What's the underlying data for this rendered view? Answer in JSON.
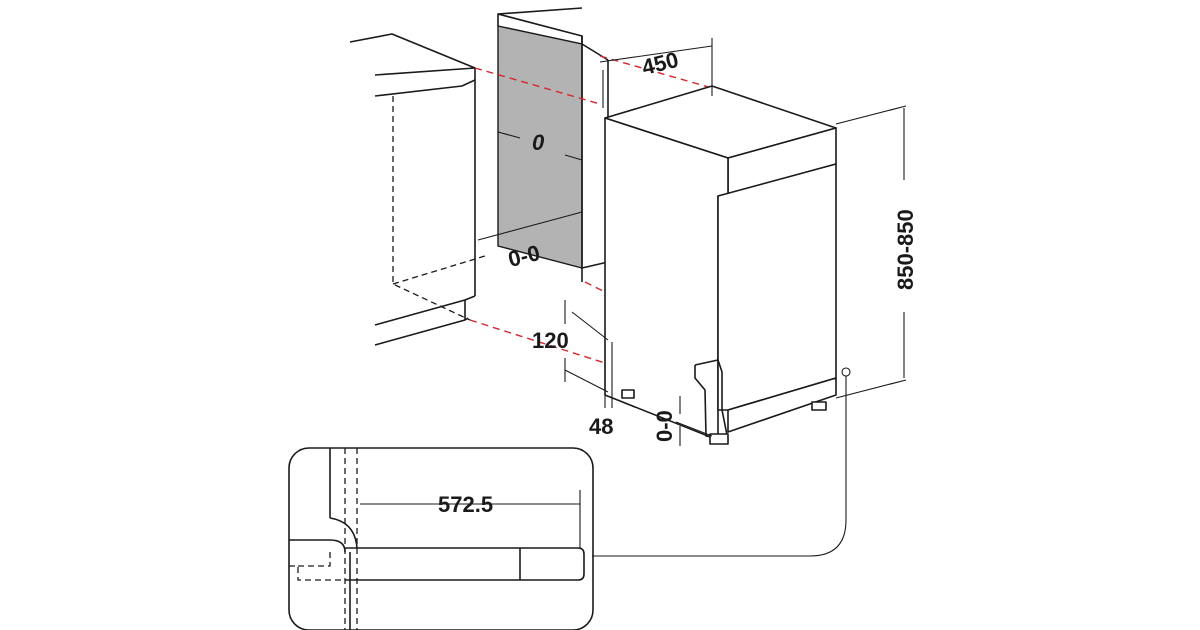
{
  "dimensions": {
    "depth": "450",
    "height": "850-850",
    "side_gap": "0",
    "side_gap_range": "0-0",
    "plinth_height": "120",
    "foot_offset": "48",
    "floor_gap": "0-0",
    "door_clearance": "572.5"
  }
}
